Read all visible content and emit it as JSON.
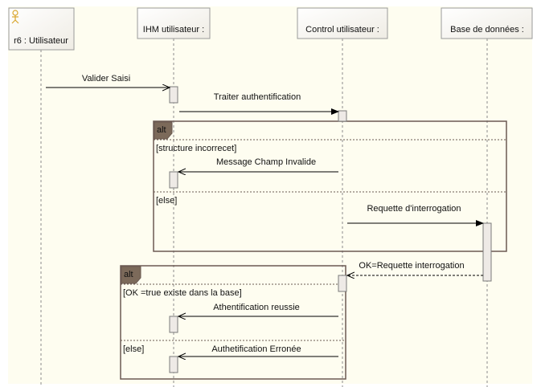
{
  "diagram": {
    "type": "sequence",
    "colors": {
      "background": "#fefdf0",
      "box_fill": "#fdfdf7",
      "box_border": "#9a9a9a",
      "lifeline": "#8c8c8c",
      "fragment_border": "#6b5a52",
      "fragment_tag": "#7c6a5a",
      "activation_fill": "#eeeae6",
      "arrow": "#000000",
      "actor_icon": "#d9a72e"
    },
    "lifelines": [
      {
        "id": "actor",
        "label": "r6 : Utilisateur",
        "icon": "actor-icon"
      },
      {
        "id": "ihm",
        "label": "IHM utilisateur :"
      },
      {
        "id": "control",
        "label": "Control utilisateur :"
      },
      {
        "id": "db",
        "label": "Base de données :"
      }
    ],
    "messages": [
      {
        "label": "Valider Saisi",
        "from": "actor",
        "to": "ihm",
        "kind": "sync"
      },
      {
        "label": "Traiter authentification",
        "from": "ihm",
        "to": "control",
        "kind": "sync"
      },
      {
        "label": "Message Champ Invalide",
        "from": "control",
        "to": "ihm",
        "kind": "async"
      },
      {
        "label": "Requette d'interrogation",
        "from": "control",
        "to": "db",
        "kind": "sync"
      },
      {
        "label": "OK=Requette interrogation",
        "from": "db",
        "to": "control",
        "kind": "return"
      },
      {
        "label": "Athentification reussie",
        "from": "control",
        "to": "ihm",
        "kind": "async"
      },
      {
        "label": "Authetification Erronée",
        "from": "control",
        "to": "ihm",
        "kind": "async"
      }
    ],
    "fragments": [
      {
        "operator": "alt",
        "guards": [
          "[structure incorrecet]",
          "[else]"
        ]
      },
      {
        "operator": "alt",
        "guards": [
          "[OK =true existe dans la base]",
          "[else]"
        ]
      }
    ]
  }
}
